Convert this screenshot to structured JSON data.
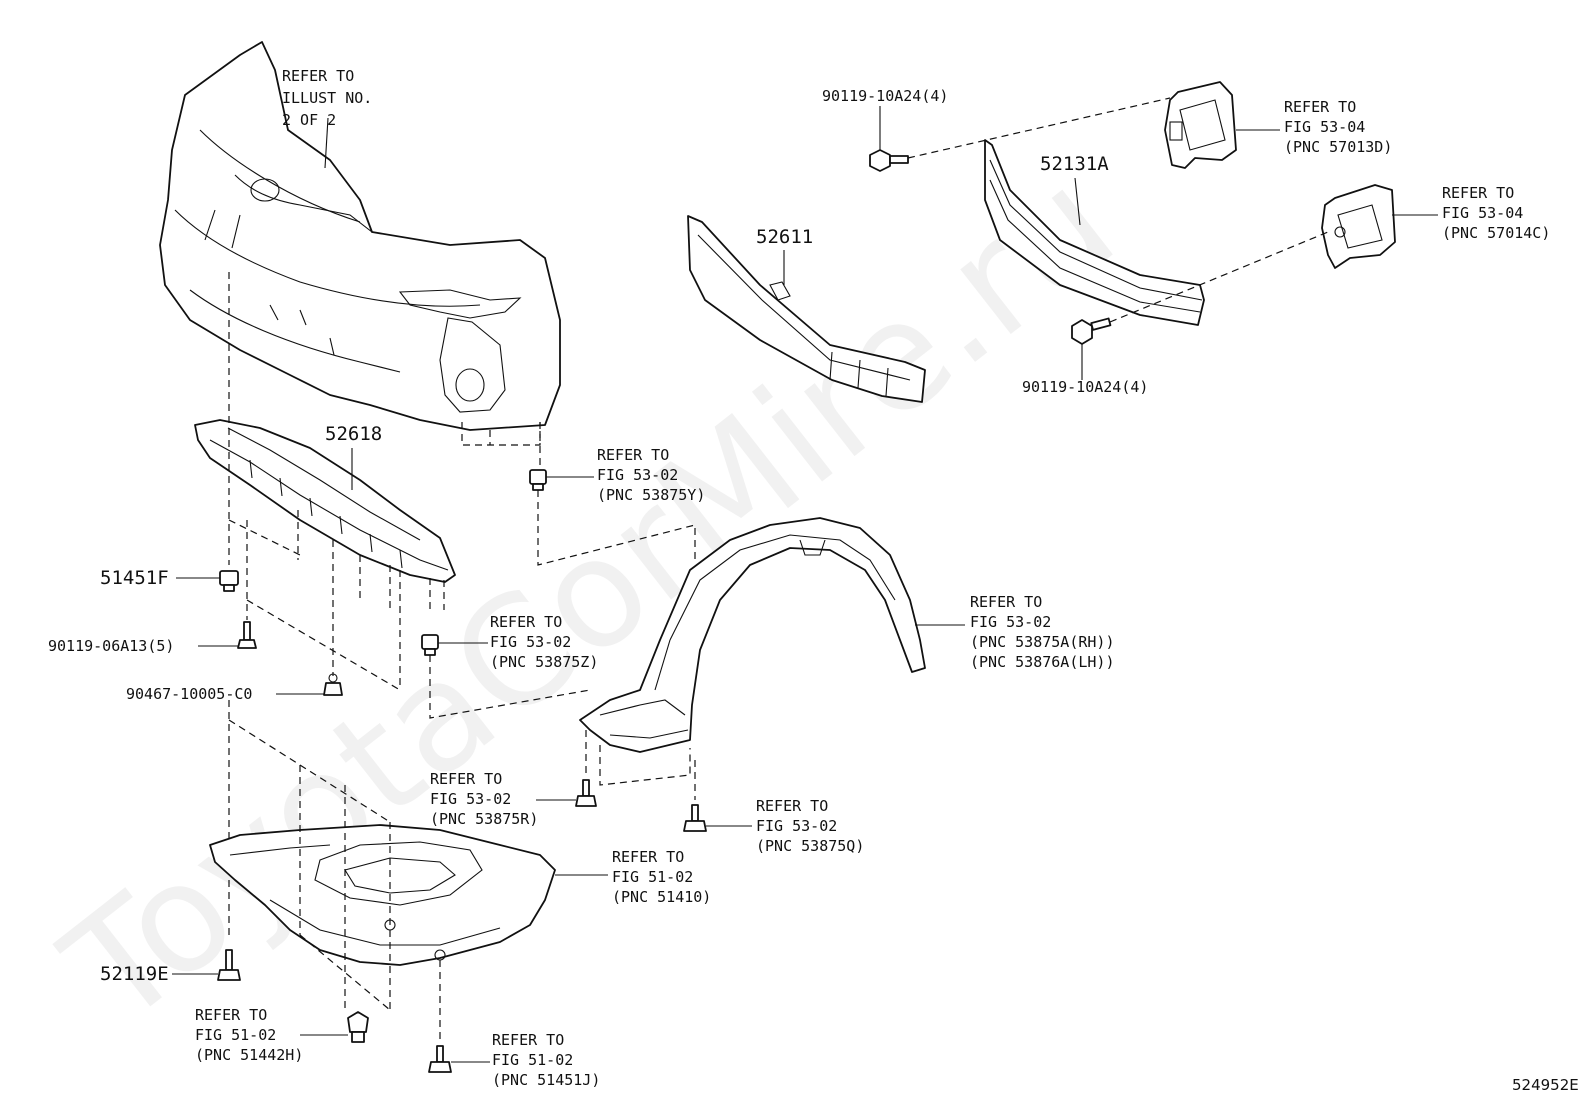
{
  "watermark": "ToyotaCorMire.ru",
  "figure_id": "524952E",
  "labels": {
    "refer_illust": [
      "REFER TO",
      "ILLUST NO.",
      "2 OF 2"
    ],
    "bolt_top": "90119-10A24(4)",
    "bracket_rh": [
      "REFER TO",
      "FIG 53-04",
      "(PNC 57013D)"
    ],
    "bracket_lh": [
      "REFER TO",
      "FIG 53-04",
      "(PNC 57014C)"
    ],
    "bolt_bottom": "90119-10A24(4)",
    "retainer_53875y": [
      "REFER TO",
      "FIG 53-02",
      "(PNC 53875Y)"
    ],
    "retainer_53875z": [
      "REFER TO",
      "FIG 53-02",
      "(PNC 53875Z)"
    ],
    "liner": [
      "REFER TO",
      "FIG 53-02",
      "(PNC 53875A(RH))",
      "(PNC 53876A(LH))"
    ],
    "screw_53875r": [
      "REFER TO",
      "FIG 53-02",
      "(PNC 53875R)"
    ],
    "screw_53875q": [
      "REFER TO",
      "FIG 53-02",
      "(PNC 53875Q)"
    ],
    "undercover": [
      "REFER TO",
      "FIG 51-02",
      "(PNC 51410)"
    ],
    "clip_51442h": [
      "REFER TO",
      "FIG 51-02",
      "(PNC 51442H)"
    ],
    "screw_51451j": [
      "REFER TO",
      "FIG 51-02",
      "(PNC 51451J)"
    ],
    "screw_90119_06a13": "90119-06A13(5)",
    "clip_90467": "90467-10005-C0"
  },
  "part_numbers": {
    "reinforcement": "52131A",
    "absorber": "52611",
    "spoiler": "52618",
    "retainer": "51451F",
    "screw": "52119E"
  }
}
